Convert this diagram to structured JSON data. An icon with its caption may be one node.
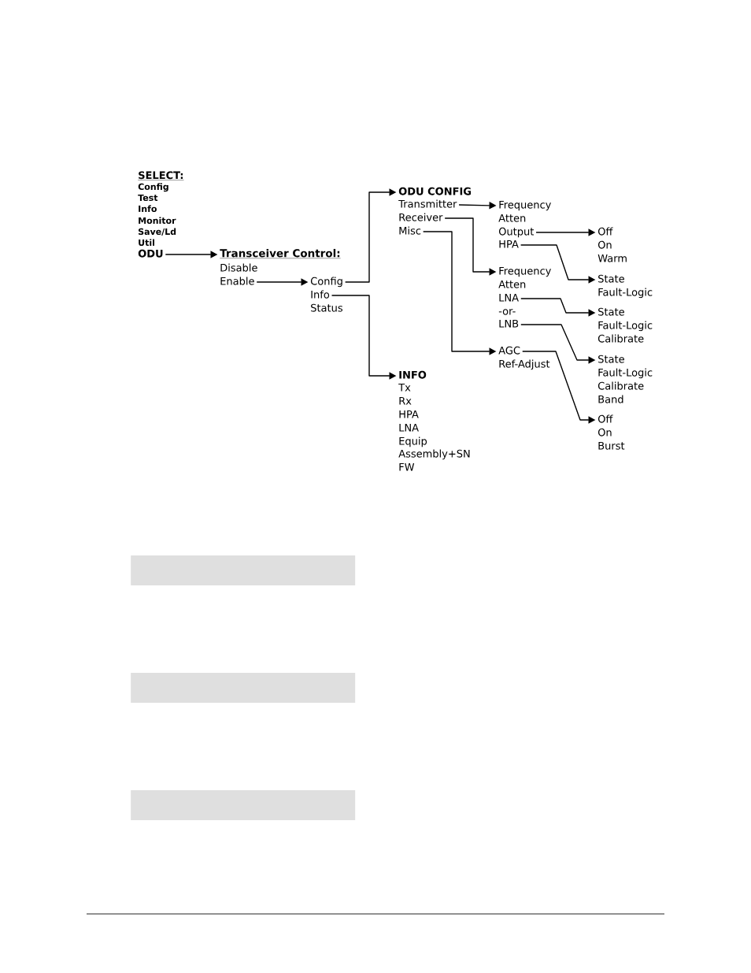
{
  "diagram": {
    "nodes": [
      {
        "text": [
          "ODU"
        ]
      },
      {
        "text": [
          "Transceiver Control:"
        ]
      },
      {
        "text": [
          "Enable"
        ]
      },
      {
        "text": [
          "Config"
        ]
      },
      {
        "text": [
          "Info"
        ]
      },
      {
        "text": [
          "ODU CONFIG"
        ]
      },
      {
        "text": [
          "Transmitter"
        ]
      },
      {
        "text": [
          "Receiver"
        ]
      },
      {
        "text": [
          "Misc"
        ]
      },
      {
        "text": [
          "INFO"
        ]
      },
      {
        "text": [
          "Frequency"
        ]
      },
      {
        "text": [
          "Output"
        ]
      },
      {
        "text": [
          "HPA"
        ]
      },
      {
        "text": [
          "Frequency"
        ]
      },
      {
        "text": [
          "LNA"
        ]
      },
      {
        "text": [
          "LNB"
        ]
      },
      {
        "text": [
          "AGC"
        ]
      },
      {
        "text": [
          "Off"
        ]
      },
      {
        "text": [
          "State"
        ]
      },
      {
        "text": [
          "State"
        ]
      },
      {
        "text": [
          "State"
        ]
      },
      {
        "text": [
          "Off"
        ]
      },
      {
        "text": [],
        "shape": "bar"
      },
      {
        "text": [],
        "shape": "bar"
      },
      {
        "text": [],
        "shape": "bar"
      }
    ],
    "edges": [
      {
        "from": 0,
        "to": 1,
        "arrow": "to"
      },
      {
        "from": 2,
        "to": 3,
        "arrow": "to"
      },
      {
        "from": 3,
        "to": 5,
        "arrow": "to"
      },
      {
        "from": 4,
        "to": 9,
        "arrow": "to"
      },
      {
        "from": 6,
        "to": 10,
        "arrow": "to"
      },
      {
        "from": 7,
        "to": 13,
        "arrow": "to"
      },
      {
        "from": 8,
        "to": 16,
        "arrow": "to"
      },
      {
        "from": 11,
        "to": 17,
        "arrow": "to"
      },
      {
        "from": 12,
        "to": 18,
        "arrow": "to"
      },
      {
        "from": 14,
        "to": 19,
        "arrow": "to"
      },
      {
        "from": 15,
        "to": 20,
        "arrow": "to"
      },
      {
        "from": 16,
        "to": 21,
        "arrow": "to"
      }
    ],
    "labels": [
      "SELECT:",
      "Config",
      "Test",
      "Info",
      "Monitor",
      "Save/Ld",
      "Util",
      "Disable",
      "Status",
      "Tx",
      "Rx",
      "HPA",
      "LNA",
      "Equip",
      "Assembly+SN",
      "FW",
      "Atten",
      "Atten",
      "-or-",
      "Ref-Adjust",
      "On",
      "Warm",
      "Fault-Logic",
      "Fault-Logic",
      "Calibrate",
      "Fault-Logic",
      "Calibrate",
      "Band",
      "On",
      "Burst"
    ]
  }
}
